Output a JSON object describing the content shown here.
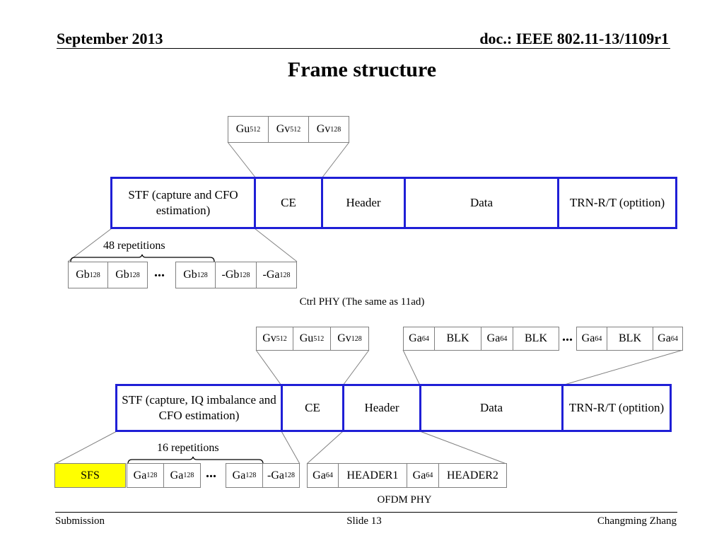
{
  "header": {
    "date": "September 2013",
    "doc": "doc.: IEEE 802.11-13/1109r1"
  },
  "title": "Frame structure",
  "ctrl": {
    "ce_seq": [
      {
        "b": "Gu",
        "s": "512"
      },
      {
        "b": "Gv",
        "s": "512"
      },
      {
        "b": "Gv",
        "s": "128"
      }
    ],
    "frame": [
      "STF (capture and CFO estimation)",
      "CE",
      "Header",
      "Data",
      "TRN-R/T (optition)"
    ],
    "repetitions": "48 repetitions",
    "stf_seq": [
      {
        "b": "Gb",
        "s": "128"
      },
      {
        "b": "Gb",
        "s": "128"
      },
      {
        "b": "Gb",
        "s": "128"
      },
      {
        "b": "-Gb",
        "s": "128"
      },
      {
        "b": "-Ga",
        "s": "128"
      }
    ],
    "ellipsis": "...",
    "caption": "Ctrl PHY (The same as 11ad)"
  },
  "ofdm": {
    "ce_seq": [
      {
        "b": "Gv",
        "s": "512"
      },
      {
        "b": "Gu",
        "s": "512"
      },
      {
        "b": "Gv",
        "s": "128"
      }
    ],
    "trn_seq": [
      {
        "b": "Ga",
        "s": "64"
      },
      {
        "b": "BLK",
        "s": ""
      },
      {
        "b": "Ga",
        "s": "64"
      },
      {
        "b": "BLK",
        "s": ""
      },
      {
        "b": "Ga",
        "s": "64"
      },
      {
        "b": "BLK",
        "s": ""
      },
      {
        "b": "Ga",
        "s": "64"
      }
    ],
    "frame": [
      "STF (capture, IQ imbalance and CFO estimation)",
      "CE",
      "Header",
      "Data",
      "TRN-R/T (optition)"
    ],
    "repetitions": "16 repetitions",
    "sfs": "SFS",
    "stf_seq": [
      {
        "b": "Ga",
        "s": "128"
      },
      {
        "b": "Ga",
        "s": "128"
      },
      {
        "b": "Ga",
        "s": "128"
      },
      {
        "b": "-Ga",
        "s": "128"
      }
    ],
    "hdr_seq": [
      {
        "b": "Ga",
        "s": "64"
      },
      {
        "b": "HEADER1",
        "s": ""
      },
      {
        "b": "Ga",
        "s": "64"
      },
      {
        "b": "HEADER2",
        "s": ""
      }
    ],
    "ellipsis": "...",
    "caption": "OFDM PHY"
  },
  "footer": {
    "left": "Submission",
    "center": "Slide 13",
    "right": "Changming Zhang"
  },
  "colors": {
    "frame_border": "#1f1fd6",
    "sfs_fill": "#ffff00",
    "cell_border": "#808080"
  }
}
